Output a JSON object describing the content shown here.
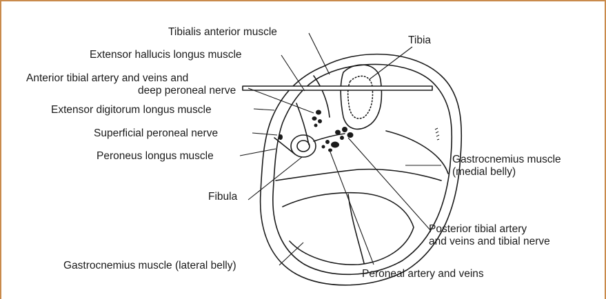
{
  "labels": {
    "tibialis_anterior": "Tibialis anterior muscle",
    "extensor_hallucis": "Extensor hallucis longus muscle",
    "anterior_tibial_line1": "Anterior tibial artery and veins and",
    "anterior_tibial_line2": "deep peroneal nerve",
    "extensor_digitorum": "Extensor digitorum longus muscle",
    "superficial_peroneal": "Superficial peroneal nerve",
    "peroneus_longus": "Peroneus longus muscle",
    "fibula": "Fibula",
    "gastroc_lateral": "Gastrocnemius muscle (lateral belly)",
    "tibia": "Tibia",
    "gastroc_medial_line1": "Gastrocnemius muscle",
    "gastroc_medial_line2": "(medial belly)",
    "posterior_tibial_line1": "Posterior tibial artery",
    "posterior_tibial_line2": "and veins and tibial nerve",
    "peroneal_artery": "Peroneal artery and veins"
  },
  "colors": {
    "frame": "#c98a4b",
    "ink": "#1a1a1a"
  }
}
